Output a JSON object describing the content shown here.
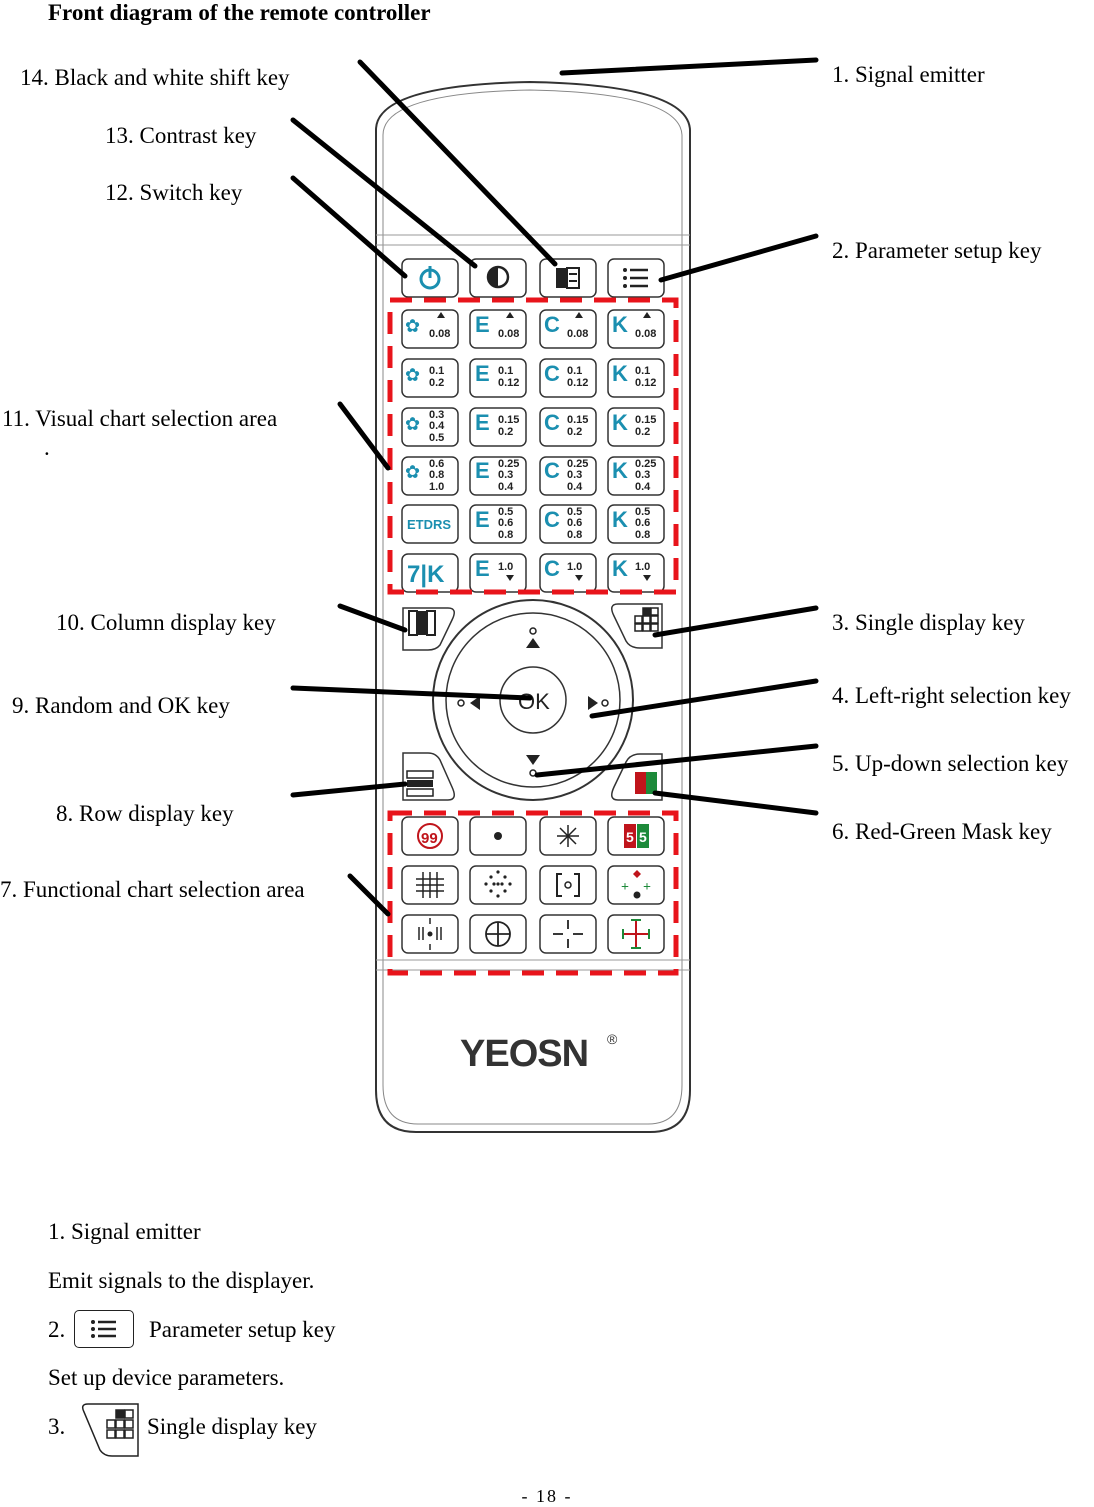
{
  "title": "Front diagram of the remote controller",
  "labels": {
    "l1": "1. Signal emitter",
    "l2": "2.  Parameter setup key",
    "l3": "3.  Single display key",
    "l4": "4. Left-right selection key",
    "l5": "5.  Up-down selection key",
    "l6": "6.  Red-Green Mask    key",
    "l7": "7.  Functional chart selection area",
    "l8": "8.  Row display key",
    "l9": "9.  Random and OK key",
    "l10": "10.  Column display key",
    "l11": "11.  Visual chart selection area",
    "l11b": ".",
    "l12": "12.  Switch key",
    "l13": "13.  Contrast key",
    "l14": "14.  Black and white shift key"
  },
  "remote": {
    "brand": "YEOSN",
    "registered": "®",
    "ok": "OK",
    "etdrs": "ETDRS",
    "seven_k": "7|K",
    "top_val": "0.08",
    "row2": [
      "0.1",
      "0.2"
    ],
    "row2b": [
      "0.1",
      "0.12"
    ],
    "row3a": [
      "0.3",
      "0.4",
      "0.5"
    ],
    "row3b": [
      "0.15",
      "0.2"
    ],
    "row4a": [
      "0.6",
      "0.8",
      "1.0"
    ],
    "row4b": [
      "0.25",
      "0.3",
      "0.4"
    ],
    "row5b": [
      "0.5",
      "0.6",
      "0.8"
    ],
    "row6b": "1.0",
    "ninety_nine": "99",
    "five": "5"
  },
  "descriptions": {
    "d1_title": "1. Signal emitter",
    "d1_text": "Emit signals to the displayer.",
    "d2_num": "2.",
    "d2_title": "Parameter setup key",
    "d2_text": "Set up device parameters.",
    "d3_num": "3.",
    "d3_title": "Single display key"
  },
  "page_number": "- 18 -",
  "colors": {
    "key_blue": "#1b8fb0",
    "dash_red": "#e8141b",
    "mask_red": "#c0141b",
    "mask_green": "#1d8a3a"
  }
}
